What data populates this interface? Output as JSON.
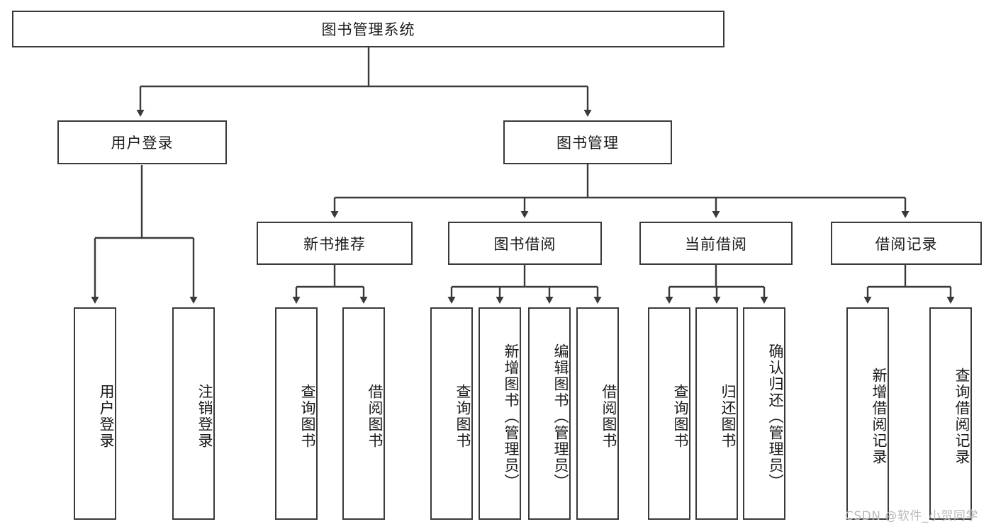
{
  "diagram": {
    "title": "图书管理系统",
    "type": "function-structure-tree",
    "root": {
      "label": "图书管理系统"
    },
    "level2": [
      {
        "label": "用户登录"
      },
      {
        "label": "图书管理"
      }
    ],
    "level3": [
      {
        "label": "新书推荐"
      },
      {
        "label": "图书借阅"
      },
      {
        "label": "当前借阅"
      },
      {
        "label": "借阅记录"
      }
    ],
    "leaves": {
      "user_login": [
        {
          "label": "用户登录"
        },
        {
          "label": "注销登录"
        }
      ],
      "new_book_recommend": [
        {
          "label": "查询图书"
        },
        {
          "label": "借阅图书"
        }
      ],
      "book_borrow": [
        {
          "label": "查询图书"
        },
        {
          "label": "新增图书（管理员）"
        },
        {
          "label": "编辑图书（管理员）"
        },
        {
          "label": "借阅图书"
        }
      ],
      "current_borrow": [
        {
          "label": "查询图书"
        },
        {
          "label": "归还图书"
        },
        {
          "label": "确认归还（管理员）"
        }
      ],
      "borrow_record": [
        {
          "label": "新增借阅记录"
        },
        {
          "label": "查询借阅记录"
        }
      ]
    },
    "colors": {
      "stroke": "#3a3a3a",
      "box_fill": "#ffffff",
      "text": "#1a1a1a",
      "watermark": "#b9b9b9"
    }
  },
  "watermark": {
    "text": "CSDN @软件_小贺同学"
  }
}
